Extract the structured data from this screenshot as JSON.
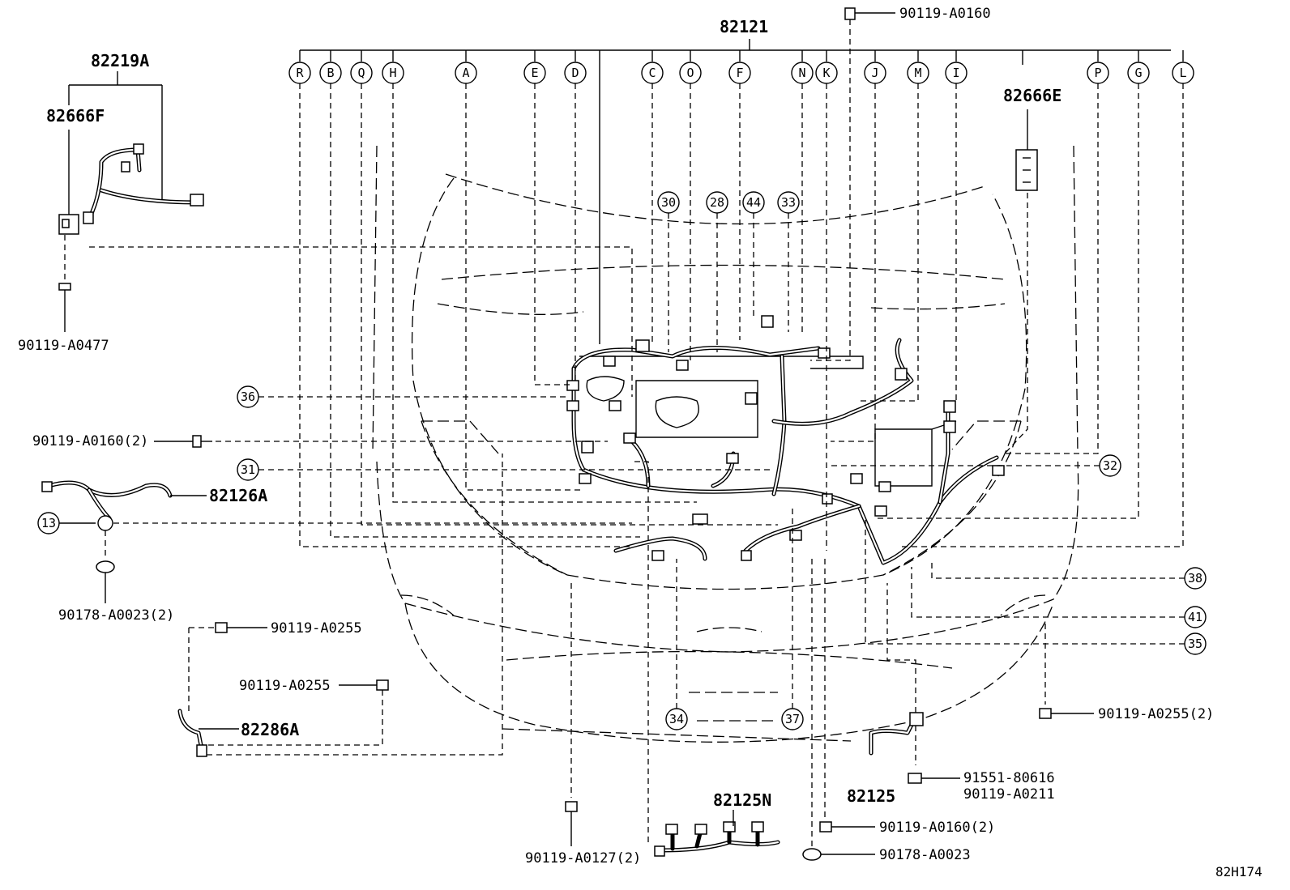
{
  "diagram": {
    "figure_code": "82H174",
    "main_harness": "82121",
    "branch_letters": [
      "R",
      "B",
      "Q",
      "H",
      "A",
      "E",
      "D",
      "C",
      "O",
      "F",
      "N",
      "K",
      "J",
      "M",
      "I",
      "P",
      "G",
      "L"
    ],
    "callouts": [
      "30",
      "28",
      "44",
      "33",
      "36",
      "31",
      "32",
      "13",
      "38",
      "41",
      "35",
      "34",
      "37"
    ],
    "parts": {
      "p82219A": "82219A",
      "p82666F": "82666F",
      "p82666E": "82666E",
      "p82126A": "82126A",
      "p82286A": "82286A",
      "p82125N": "82125N",
      "p82125": "82125"
    },
    "fasteners": {
      "f_top": "90119-A0160",
      "f_0477": "90119-A0477",
      "f_0160_2_left": "90119-A0160(2)",
      "f_0023_2": "90178-A0023(2)",
      "f_0255_a": "90119-A0255",
      "f_0255_b": "90119-A0255",
      "f_0255_2": "90119-A0255(2)",
      "f_91551": "91551-80616",
      "f_0211": "90119-A0211",
      "f_0160_2_bottom": "90119-A0160(2)",
      "f_0023": "90178-A0023",
      "f_0127_2": "90119-A0127(2)"
    }
  }
}
